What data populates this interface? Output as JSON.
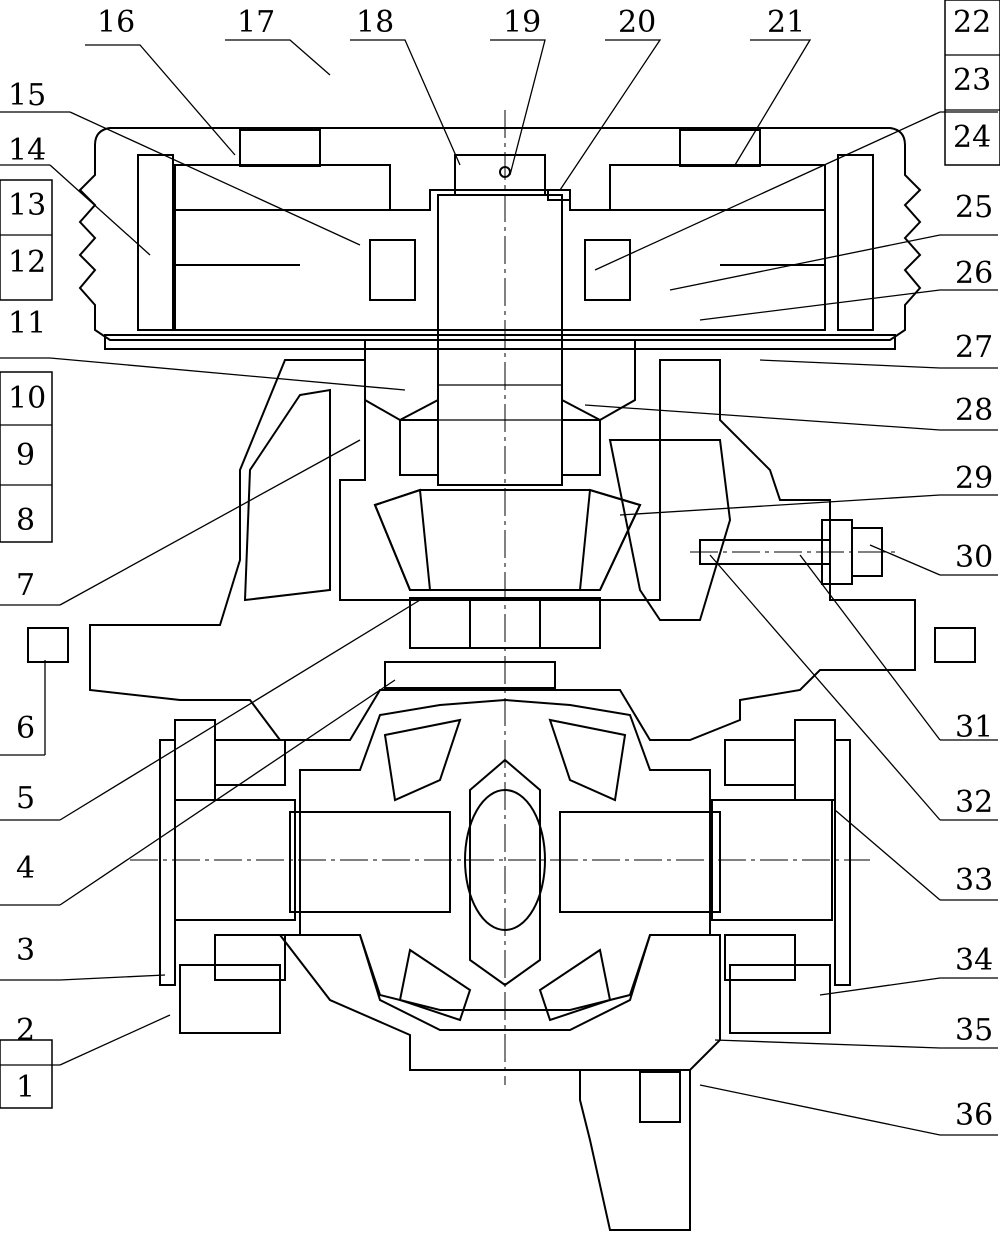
{
  "figure": {
    "callouts": [
      {
        "id": "c1",
        "text": "1"
      },
      {
        "id": "c2",
        "text": "2"
      },
      {
        "id": "c3",
        "text": "3"
      },
      {
        "id": "c4",
        "text": "4"
      },
      {
        "id": "c5",
        "text": "5"
      },
      {
        "id": "c6",
        "text": "6"
      },
      {
        "id": "c7",
        "text": "7"
      },
      {
        "id": "c8",
        "text": "8"
      },
      {
        "id": "c9",
        "text": "9"
      },
      {
        "id": "c10",
        "text": "10"
      },
      {
        "id": "c11",
        "text": "11"
      },
      {
        "id": "c12",
        "text": "12"
      },
      {
        "id": "c13",
        "text": "13"
      },
      {
        "id": "c14",
        "text": "14"
      },
      {
        "id": "c15",
        "text": "15"
      },
      {
        "id": "c16",
        "text": "16"
      },
      {
        "id": "c17",
        "text": "17"
      },
      {
        "id": "c18",
        "text": "18"
      },
      {
        "id": "c19",
        "text": "19"
      },
      {
        "id": "c20",
        "text": "20"
      },
      {
        "id": "c21",
        "text": "21"
      },
      {
        "id": "c22",
        "text": "22"
      },
      {
        "id": "c23",
        "text": "23"
      },
      {
        "id": "c24",
        "text": "24"
      },
      {
        "id": "c25",
        "text": "25"
      },
      {
        "id": "c26",
        "text": "26"
      },
      {
        "id": "c27",
        "text": "27"
      },
      {
        "id": "c28",
        "text": "28"
      },
      {
        "id": "c29",
        "text": "29"
      },
      {
        "id": "c30",
        "text": "30"
      },
      {
        "id": "c31",
        "text": "31"
      },
      {
        "id": "c32",
        "text": "32"
      },
      {
        "id": "c33",
        "text": "33"
      },
      {
        "id": "c34",
        "text": "34"
      },
      {
        "id": "c35",
        "text": "35"
      },
      {
        "id": "c36",
        "text": "36"
      }
    ]
  },
  "colors": {
    "line": "#000000",
    "background": "#ffffff"
  }
}
